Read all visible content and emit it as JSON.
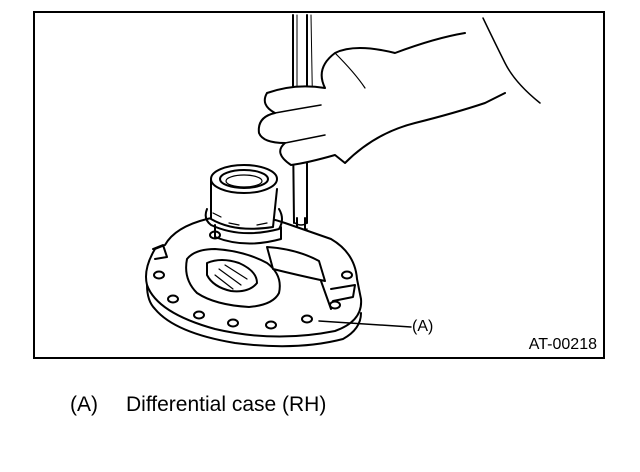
{
  "figure": {
    "callout_label": "(A)",
    "figure_code": "AT-00218",
    "icon": "differential-case-illustration"
  },
  "legend": {
    "items": [
      {
        "ref": "(A)",
        "text": "Differential case (RH)"
      }
    ]
  },
  "colors": {
    "ink": "#000000",
    "paper": "#ffffff"
  }
}
